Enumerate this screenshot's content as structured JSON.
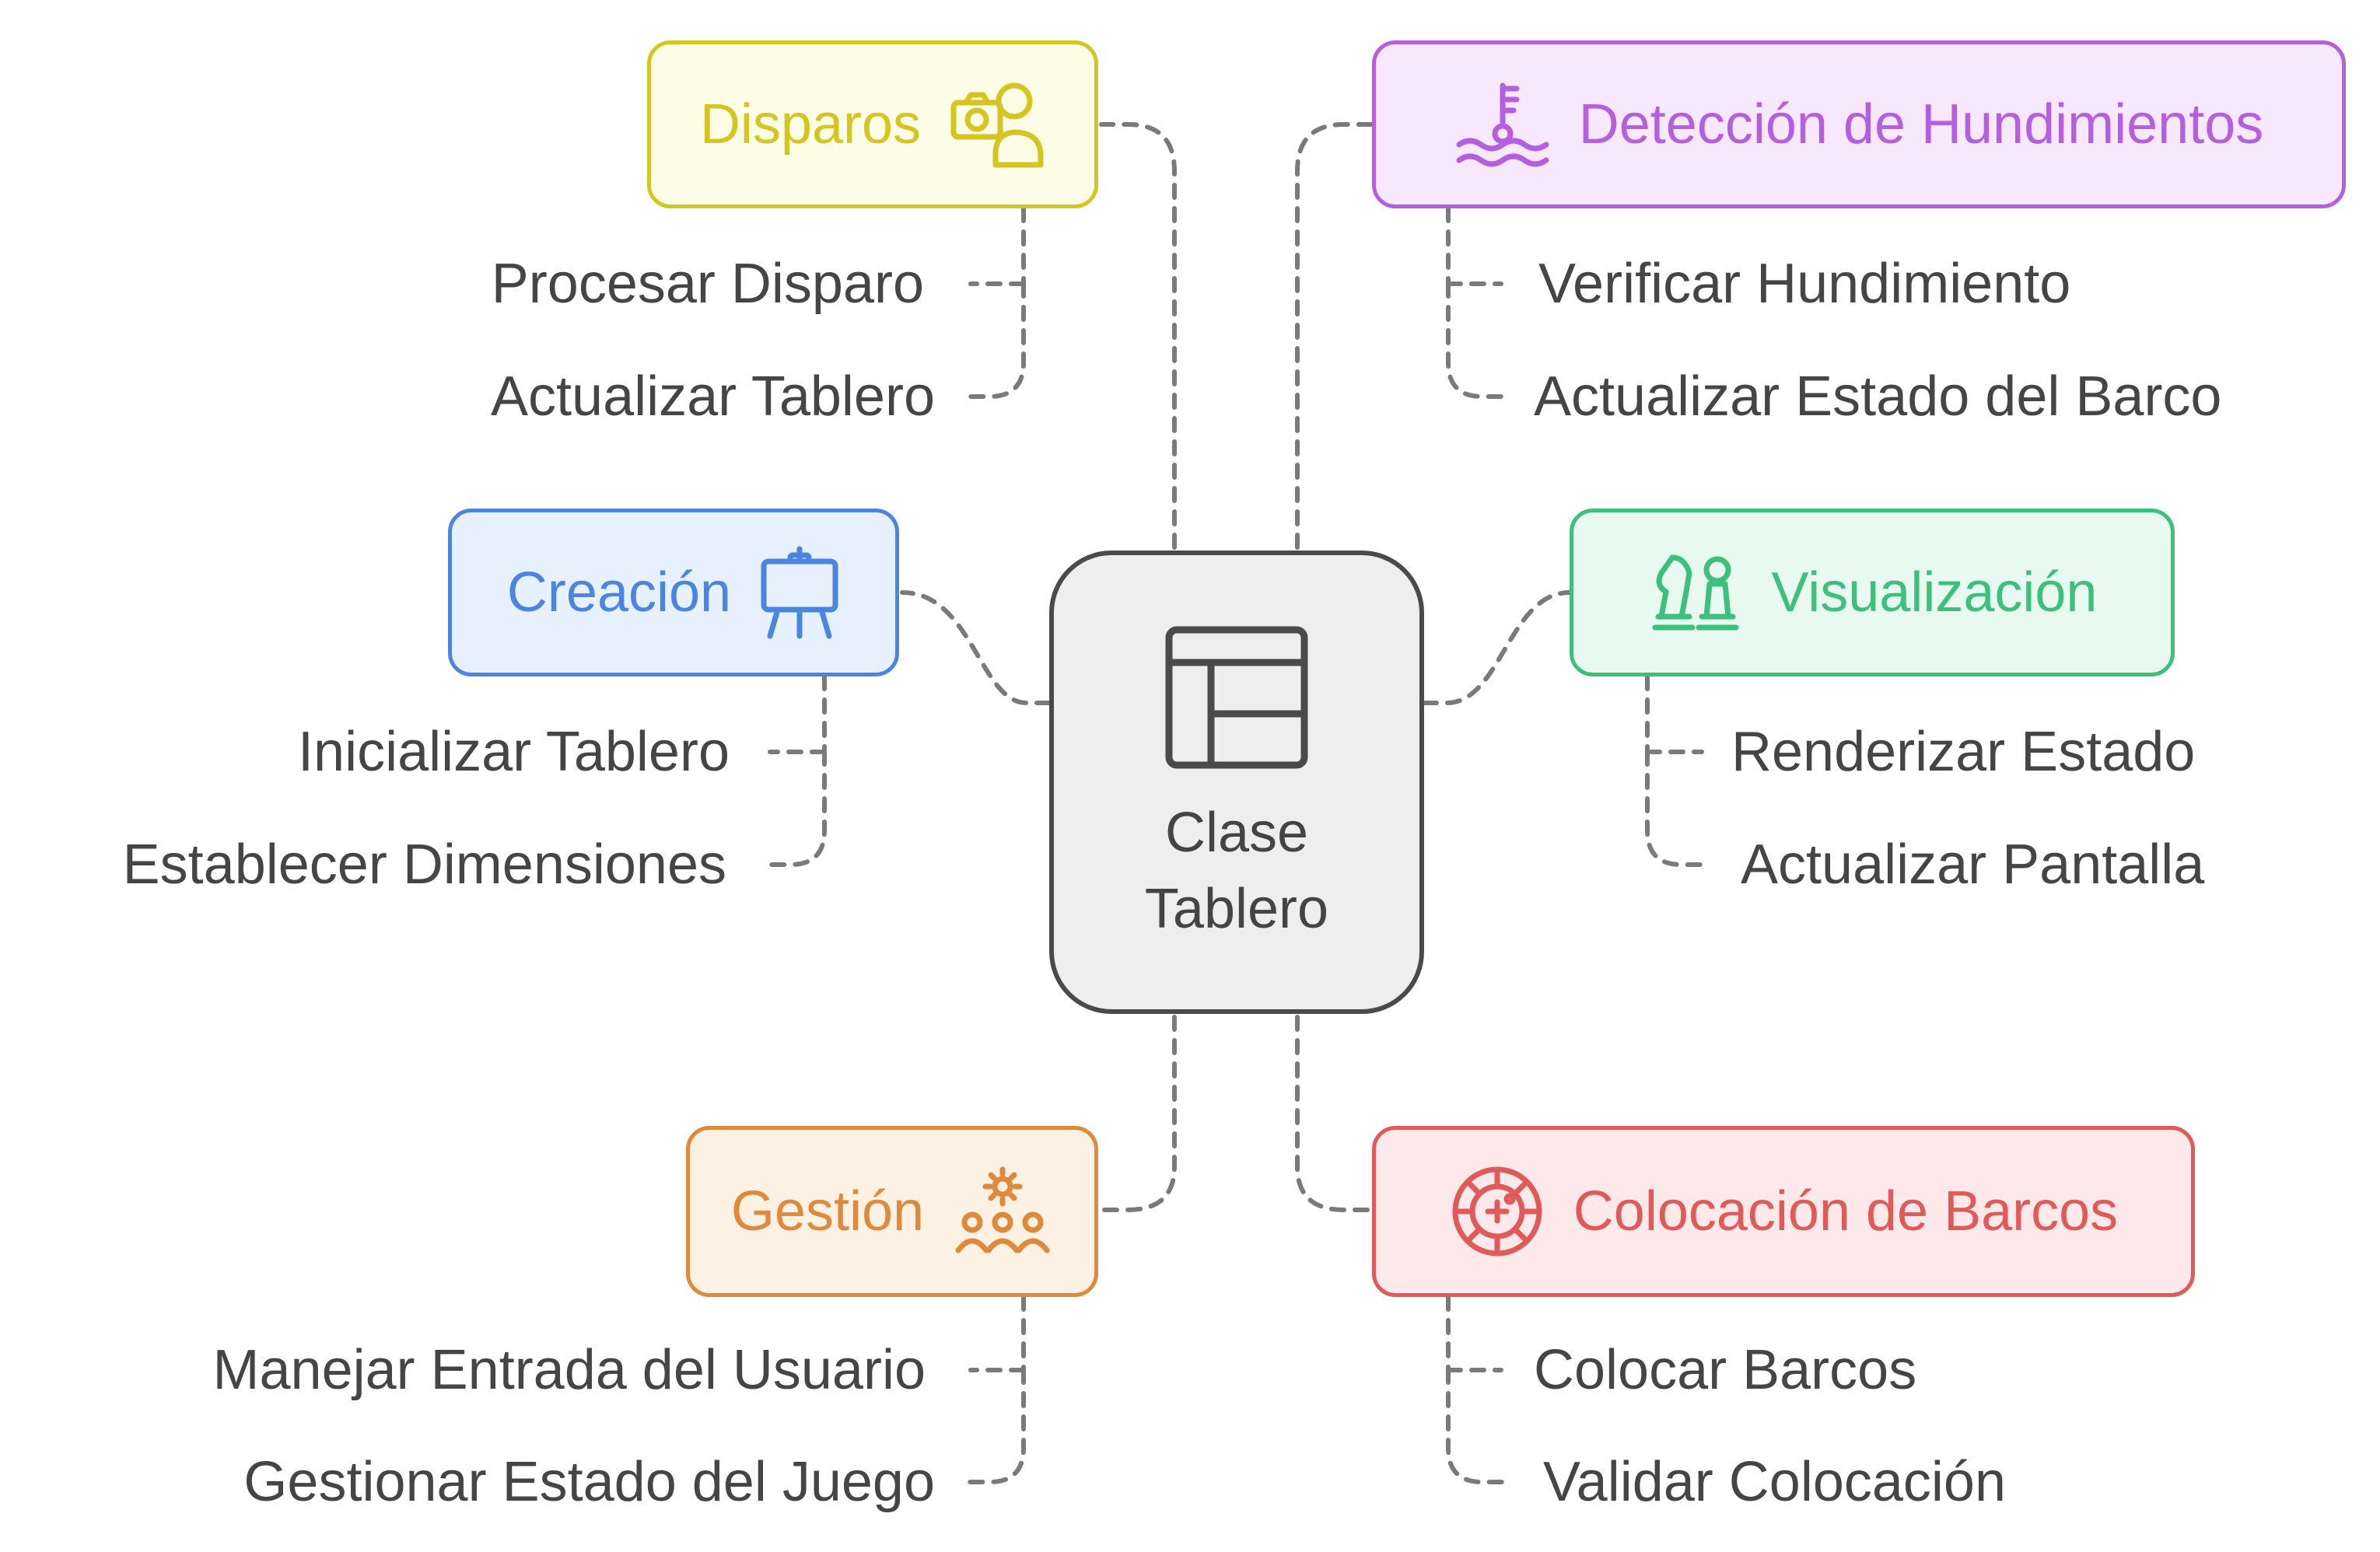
{
  "center": {
    "title": "Clase Tablero",
    "icon": "layout-grid-icon"
  },
  "branches": {
    "disparos": {
      "label": "Disparos",
      "icon": "camera-person-icon",
      "color": "#d4c520",
      "fill": "#fdfce6",
      "items": [
        "Procesar Disparo",
        "Actualizar Tablero"
      ]
    },
    "hundimientos": {
      "label": "Detección de Hundimientos",
      "icon": "thermometer-waves-icon",
      "color": "#b55ee0",
      "fill": "#f8e8fd",
      "items": [
        "Verificar Hundimiento",
        "Actualizar Estado del Barco"
      ]
    },
    "creacion": {
      "label": "Creación",
      "icon": "easel-icon",
      "color": "#4a86e0",
      "fill": "#e7f0fd",
      "items": [
        "Inicializar Tablero",
        "Establecer Dimensiones"
      ]
    },
    "visualizacion": {
      "label": "Visualización",
      "icon": "chess-pieces-icon",
      "color": "#3cc07c",
      "fill": "#e8f9f0",
      "items": [
        "Renderizar Estado",
        "Actualizar Pantalla"
      ]
    },
    "gestion": {
      "label": "Gestión",
      "icon": "gear-people-icon",
      "color": "#e0893a",
      "fill": "#fdf1e4",
      "items": [
        "Manejar Entrada del Usuario",
        "Gestionar Estado del Juego"
      ]
    },
    "colocacion": {
      "label": "Colocación de Barcos",
      "icon": "roulette-target-icon",
      "color": "#e05a5a",
      "fill": "#fde9e9",
      "items": [
        "Colocar Barcos",
        "Validar Colocación"
      ]
    }
  }
}
